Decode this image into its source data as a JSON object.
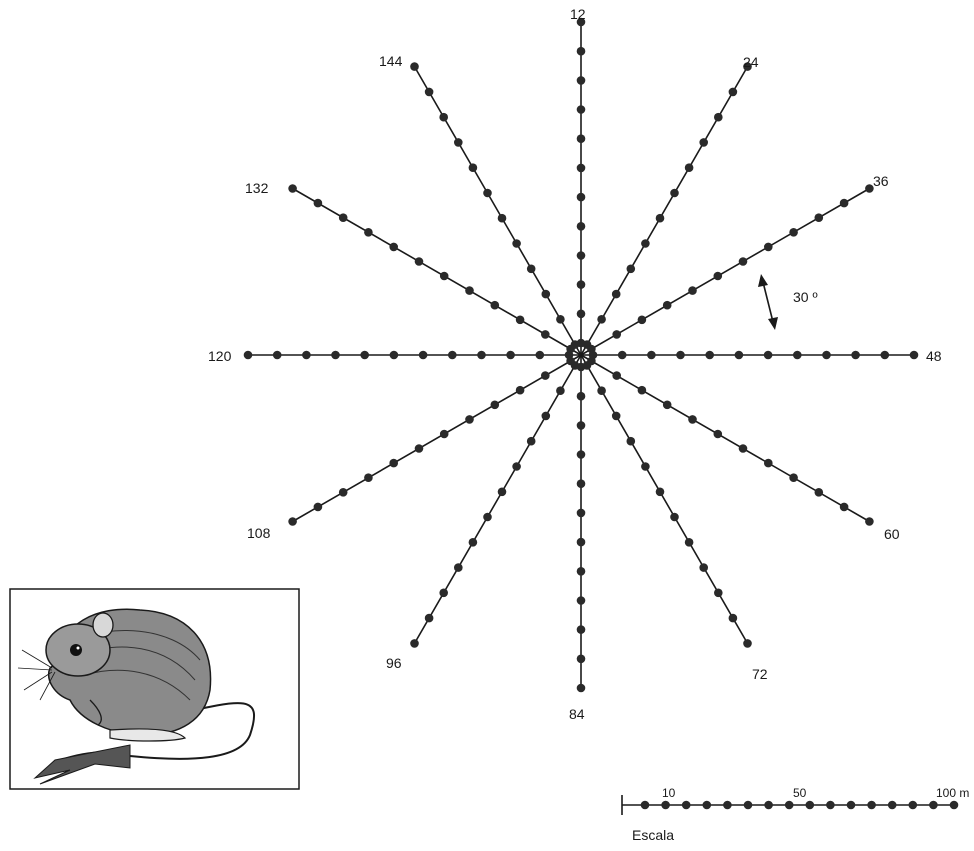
{
  "diagram": {
    "type": "radial-trap-grid",
    "lines": [
      {
        "station": "12"
      },
      {
        "station": "24"
      },
      {
        "station": "36"
      },
      {
        "station": "48"
      },
      {
        "station": "60"
      },
      {
        "station": "72"
      },
      {
        "station": "84"
      },
      {
        "station": "96"
      },
      {
        "station": "108"
      },
      {
        "station": "120"
      },
      {
        "station": "132"
      },
      {
        "station": "144"
      }
    ],
    "traps_per_line": 12,
    "angle_label": "30 º"
  },
  "scale": {
    "title": "Escala",
    "ticks": [
      "10",
      "50",
      "100 m"
    ]
  },
  "figure": {
    "illustration": "kangaroo-rat-illustration"
  },
  "colors": {
    "ink": "#1a1a1a",
    "background": "#ffffff"
  }
}
